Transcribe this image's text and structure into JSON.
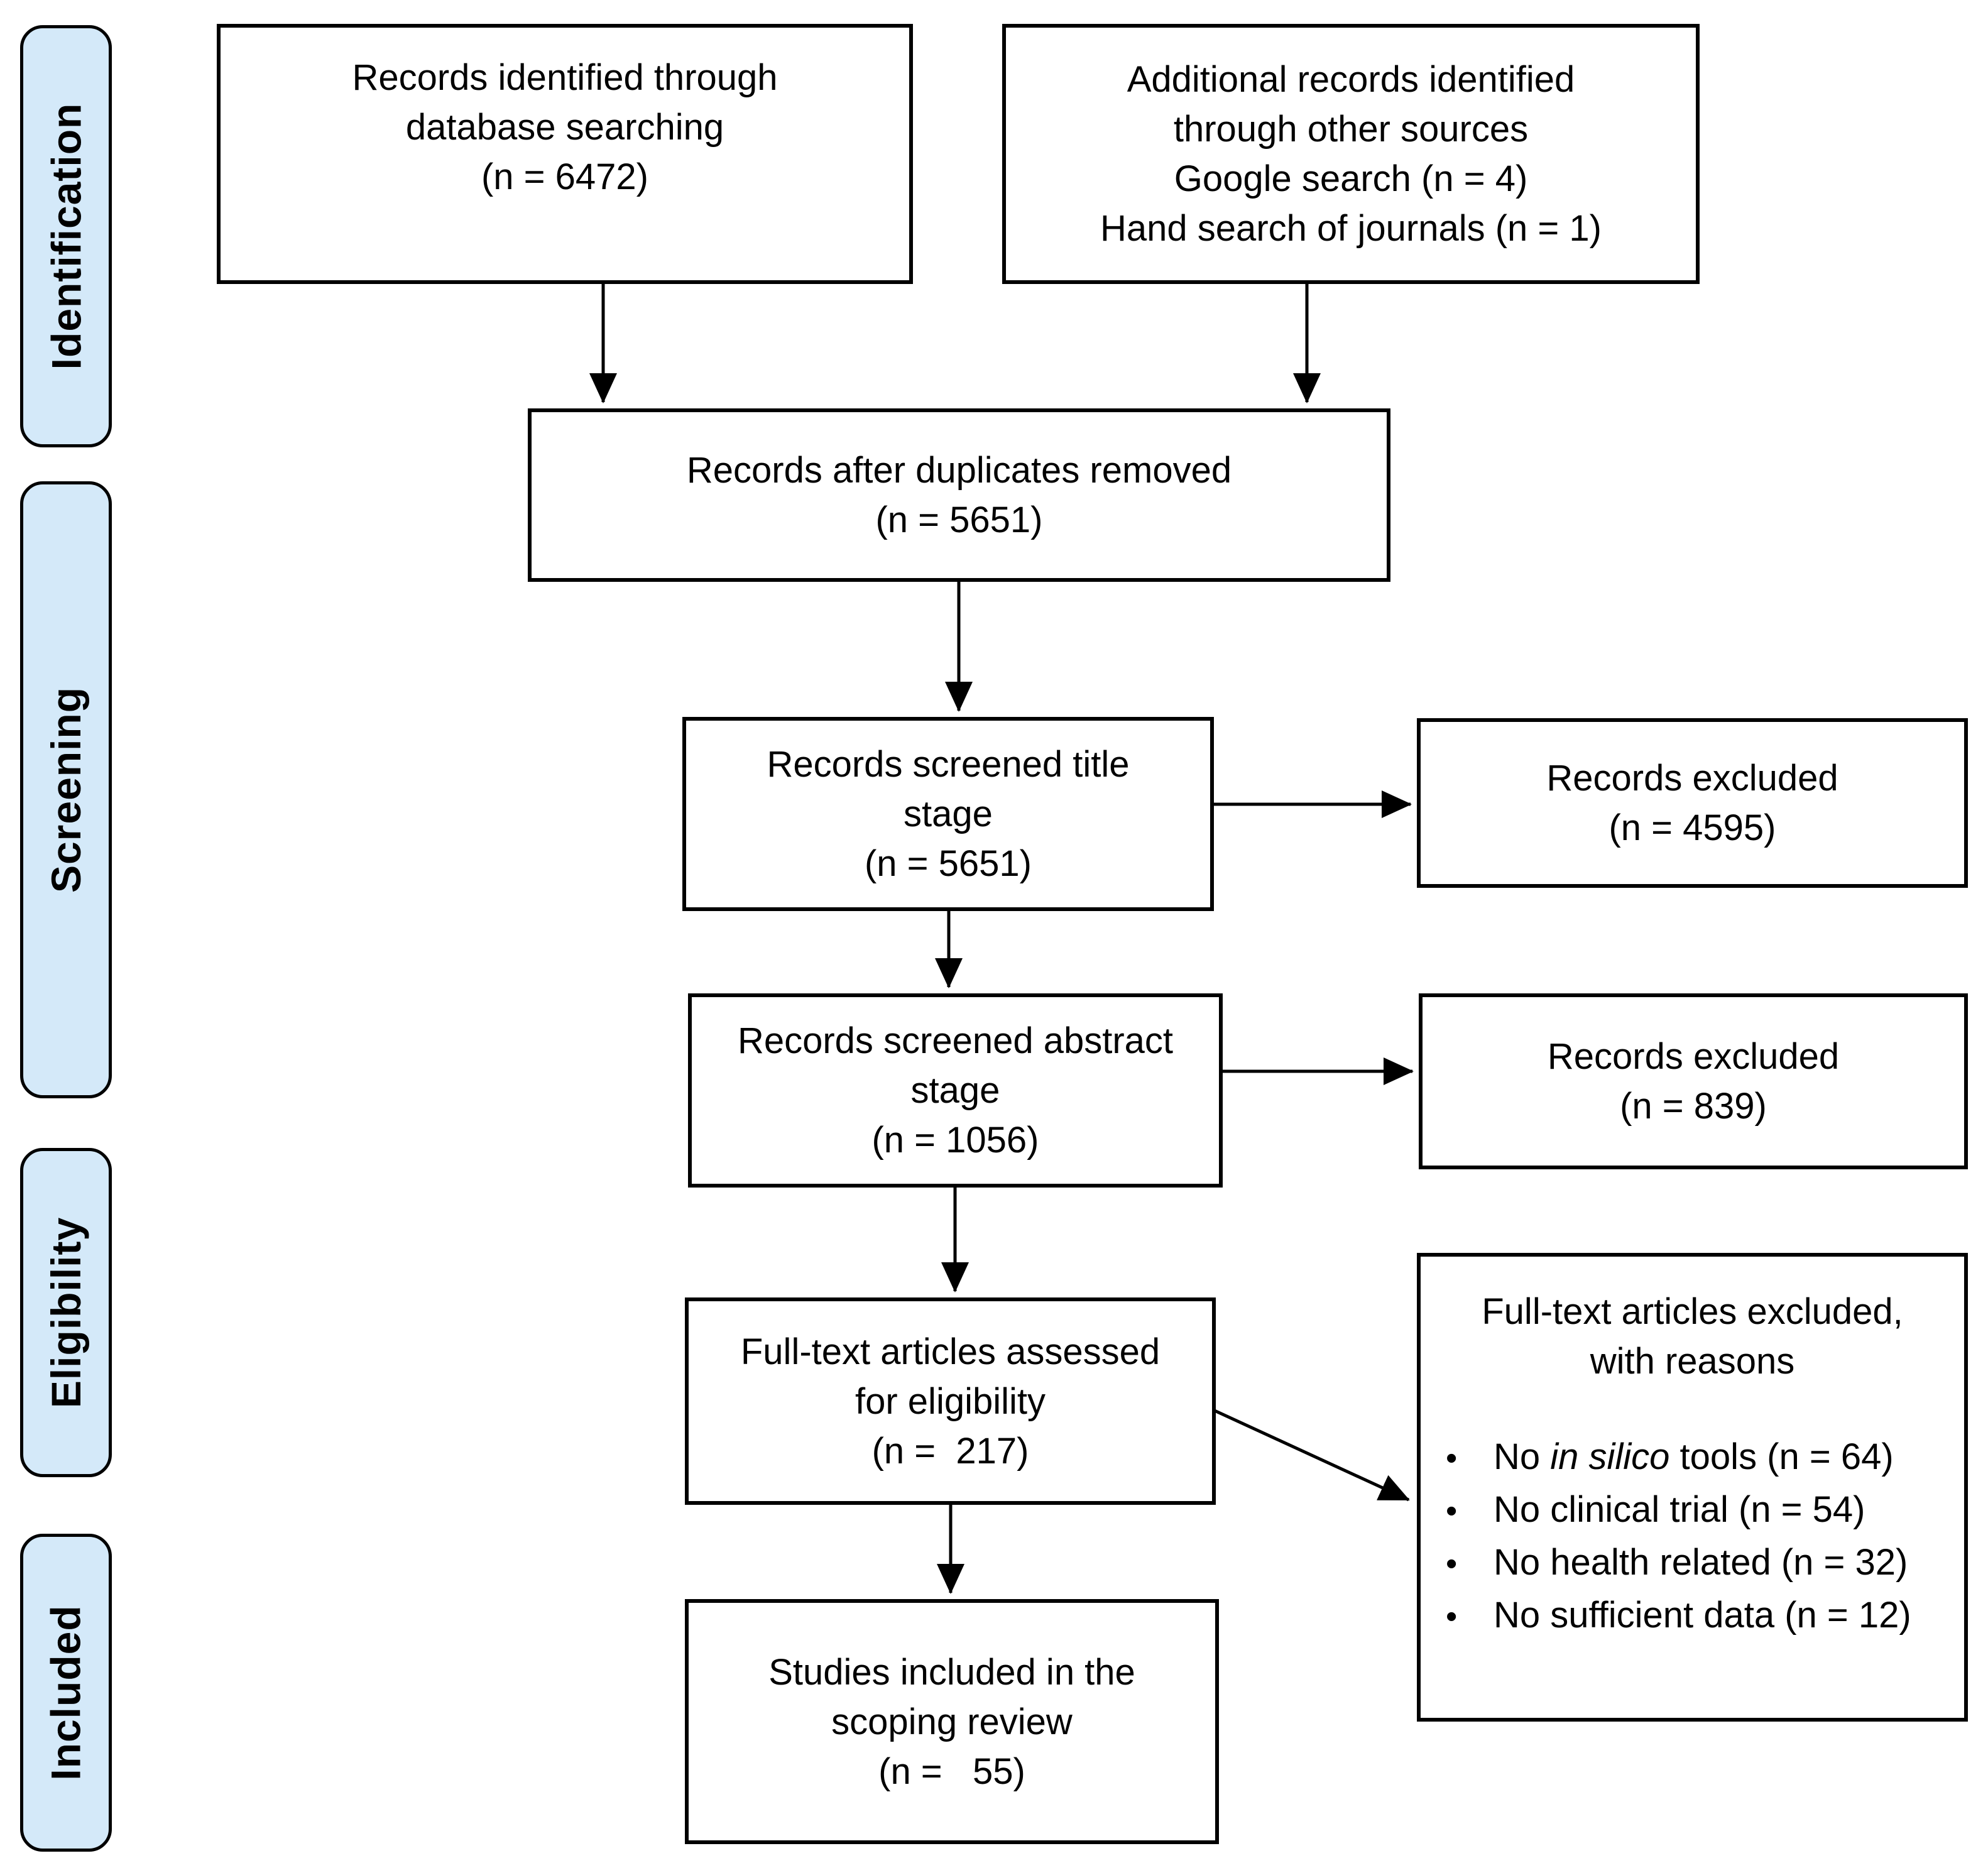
{
  "colors": {
    "band_fill": "#d4e9f9",
    "border": "#000000",
    "background": "#ffffff",
    "text": "#000000"
  },
  "glyphs": {
    "bullet": "•"
  },
  "side_labels": [
    {
      "label": "Identification"
    },
    {
      "label": "Screening"
    },
    {
      "label": "Eligibility"
    },
    {
      "label": "Included"
    }
  ],
  "boxes": {
    "identified": {
      "lines": [
        "Records identified through",
        "database searching",
        "(n = 6472)"
      ]
    },
    "additional": {
      "lines": [
        "Additional records identified",
        "through other sources",
        "Google search (n = 4)",
        "Hand search of journals (n = 1)"
      ]
    },
    "duplicates": {
      "lines": [
        "Records after duplicates removed",
        "(n = 5651)"
      ]
    },
    "title_stage": {
      "lines": [
        "Records screened title",
        "stage",
        "(n = 5651)"
      ]
    },
    "excluded_title": {
      "lines": [
        "Records excluded",
        "(n = 4595)"
      ]
    },
    "abstract_stage": {
      "lines": [
        "Records screened abstract",
        "stage",
        "(n = 1056)"
      ]
    },
    "excluded_abstract": {
      "lines": [
        "Records excluded",
        "(n = 839)"
      ]
    },
    "fulltext": {
      "lines": [
        "Full-text articles assessed",
        "for eligibility",
        "(n =  217)"
      ]
    },
    "excluded_fulltext": {
      "title_lines": [
        "Full-text articles excluded,",
        "with reasons"
      ],
      "reasons": [
        {
          "pre": "No ",
          "italic": "in silico",
          "post": " tools (n = 64)"
        },
        {
          "pre": "No clinical trial (n = 54)",
          "italic": "",
          "post": ""
        },
        {
          "pre": "No health related (n = 32)",
          "italic": "",
          "post": ""
        },
        {
          "pre": "No sufficient data (n = 12)",
          "italic": "",
          "post": ""
        }
      ]
    },
    "included": {
      "lines": [
        "Studies included in the",
        "scoping review",
        "(n =   55)"
      ]
    }
  }
}
